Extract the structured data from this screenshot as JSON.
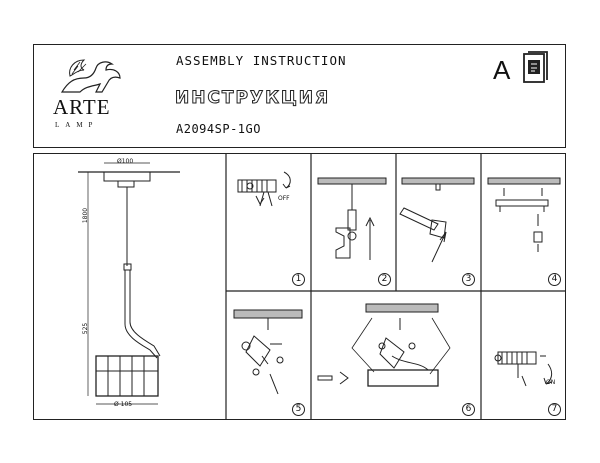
{
  "header": {
    "title_en": "ASSEMBLY INSTRUCTION",
    "title_ru": "ИНСТРУКЦИЯ",
    "model": "A2094SP-1GO",
    "brand": "ARTE",
    "brand_sub": "LAMP",
    "corner_letter": "A"
  },
  "dimensions": {
    "top_width": "Ø100",
    "height_top": "1800",
    "height_mid": "525",
    "shade_width": "Ø 105"
  },
  "steps": [
    "1",
    "2",
    "3",
    "4",
    "5",
    "6",
    "7"
  ],
  "labels": {
    "off": "OFF",
    "on": "ON"
  },
  "icons": [
    "griffin-logo-icon",
    "manual-book-icon"
  ]
}
